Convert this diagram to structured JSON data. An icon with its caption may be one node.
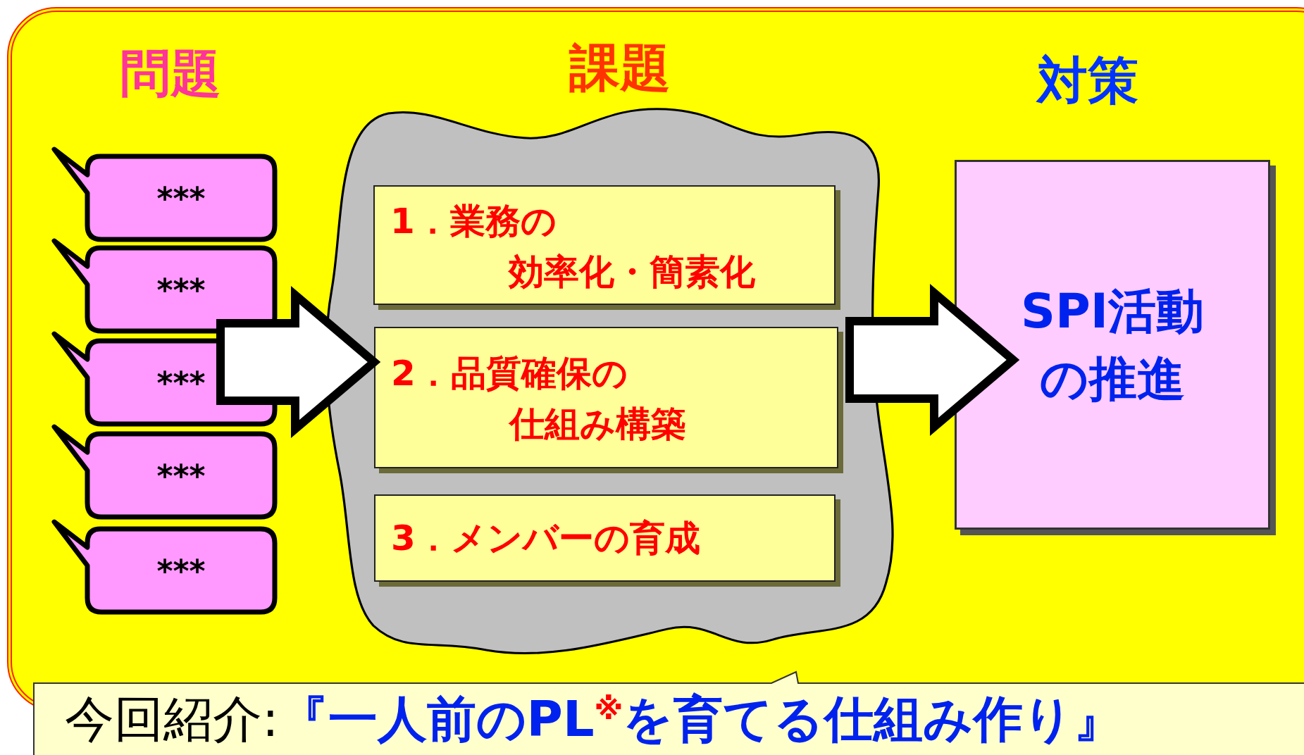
{
  "diagram": {
    "nodes": [
      {
        "text": [
          "***"
        ]
      },
      {
        "text": [
          "***"
        ]
      },
      {
        "text": [
          "***"
        ]
      },
      {
        "text": [
          "***"
        ]
      },
      {
        "text": [
          "***"
        ]
      },
      {
        "text": [],
        "shape": "cloud"
      },
      {
        "text": [
          "1．業務の効率化・簡素化"
        ],
        "in": 5
      },
      {
        "text": [
          "2．品質確保の仕組み構築"
        ],
        "in": 5
      },
      {
        "text": [
          "3．メンバーの育成"
        ],
        "in": 5
      },
      {
        "text": [
          "SPI活動の推進"
        ]
      },
      {
        "text": [
          "今回紹介:",
          "『一人前のPL$^{※}$を育てる仕組み作り』"
        ]
      }
    ],
    "edges": [
      {
        "from": 2,
        "to": 7,
        "arrow": "to"
      },
      {
        "from": 5,
        "to": 9,
        "arrow": "to"
      }
    ],
    "labels": [
      "問題",
      "課題",
      "対策"
    ]
  }
}
